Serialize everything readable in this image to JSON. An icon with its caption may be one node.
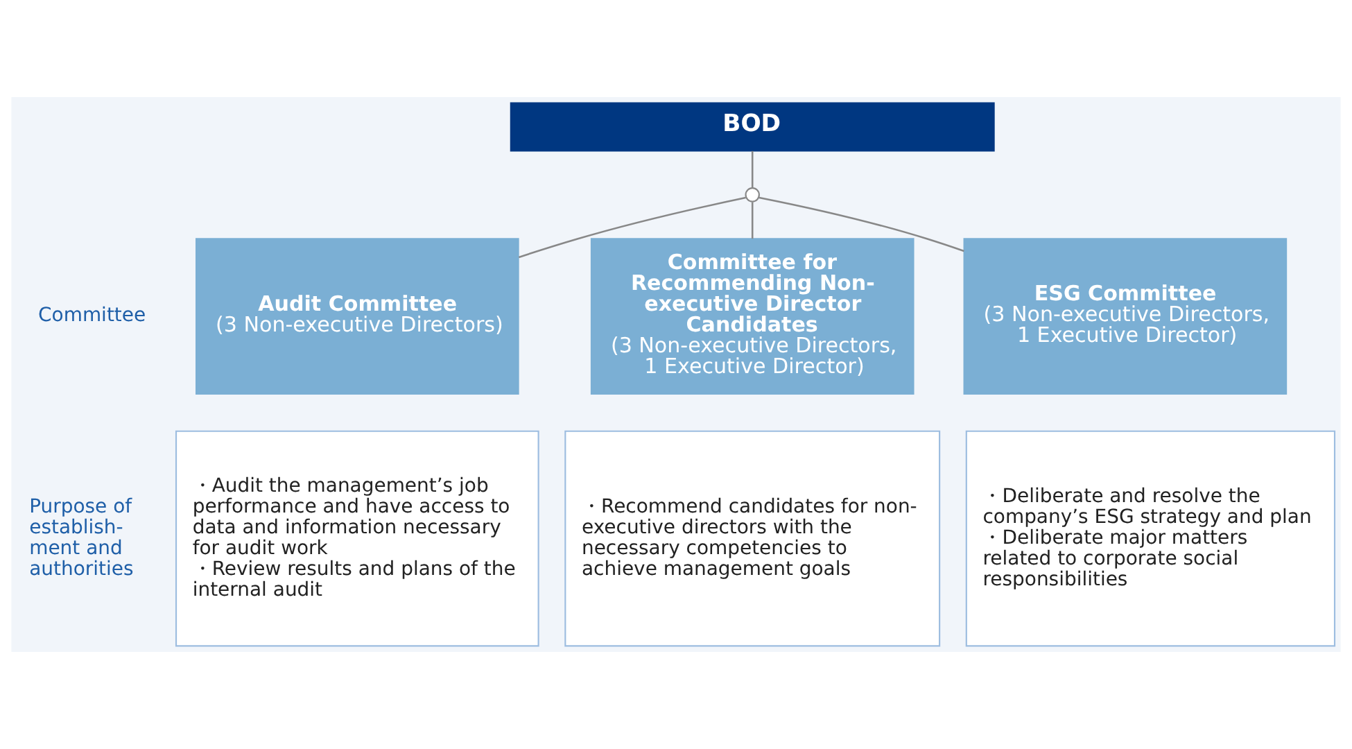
{
  "diagram": {
    "nodes": [
      {
        "text": [
          "BOD"
        ]
      },
      {
        "text": [],
        "shape": "circle"
      },
      {
        "text": [
          "Audit Committee",
          "(3 Non-executive Directors)"
        ]
      },
      {
        "text": [
          "Committee for Recommending Non-executive Director Candidates",
          "(3 Non-executive Directors, 1 Executive Director)"
        ]
      },
      {
        "text": [
          "ESG Committee",
          "(3 Non-executive Directors, 1 Executive Director)"
        ]
      },
      {
        "text": [
          "・Audit the management’s job performance and have access to data and information necessary for audit work",
          "・Review results and plans of the internal audit"
        ]
      },
      {
        "text": [
          "・Recommend candidates for non-executive directors with the necessary competencies to achieve management goals"
        ]
      },
      {
        "text": [
          "・Deliberate and resolve the company’s ESG strategy and plan",
          "・Deliberate major matters related to corporate social responsibilities"
        ]
      }
    ],
    "edges": [
      {
        "from": 0,
        "to": 1,
        "arrow": "none"
      },
      {
        "from": 1,
        "to": 2,
        "arrow": "none"
      },
      {
        "from": 1,
        "to": 3,
        "arrow": "none"
      },
      {
        "from": 1,
        "to": 4,
        "arrow": "none"
      }
    ],
    "labels": [
      "Committee",
      "Purpose of establish- ment and authorities"
    ]
  }
}
